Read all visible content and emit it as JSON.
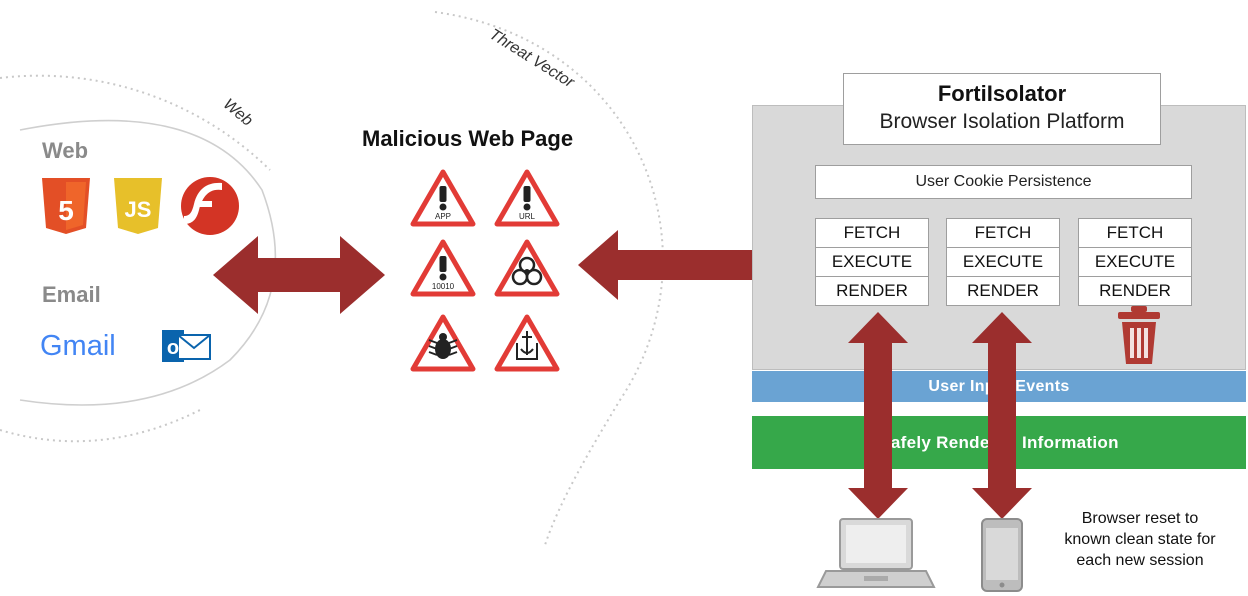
{
  "left_group": {
    "circle_label": "Web",
    "web_heading": "Web",
    "web_icons": [
      "html5-icon",
      "javascript-icon",
      "flash-icon"
    ],
    "js_label": "JS",
    "email_heading": "Email",
    "email_icons": [
      "gmail-icon",
      "outlook-icon"
    ],
    "gmail_label": "Gmail",
    "outlook_label": "o"
  },
  "threat": {
    "arc_label": "Threat Vector",
    "title": "Malicious Web Page",
    "warnings": [
      {
        "icon": "app-warning-icon",
        "label": "APP"
      },
      {
        "icon": "url-warning-icon",
        "label": "URL"
      },
      {
        "icon": "binary-warning-icon",
        "label": "10010"
      },
      {
        "icon": "biohazard-warning-icon",
        "label": ""
      },
      {
        "icon": "bug-warning-icon",
        "label": ""
      },
      {
        "icon": "trojan-warning-icon",
        "label": ""
      }
    ]
  },
  "platform": {
    "title": "FortiIsolator",
    "subtitle": "Browser Isolation Platform",
    "cookie": "User Cookie Persistence",
    "stacks": [
      {
        "fetch": "FETCH",
        "execute": "EXECUTE",
        "render": "RENDER"
      },
      {
        "fetch": "FETCH",
        "execute": "EXECUTE",
        "render": "RENDER"
      },
      {
        "fetch": "FETCH",
        "execute": "EXECUTE",
        "render": "RENDER"
      }
    ],
    "trash_icon": "trash-icon",
    "input_events": "User Input Events",
    "safe_info": "Safely Rendered Information"
  },
  "devices": {
    "laptop_icon": "laptop-icon",
    "phone_icon": "phone-icon"
  },
  "note": "Browser reset to known clean state for each new session",
  "colors": {
    "arrow": "#9b2e2d",
    "warning": "#e23b36",
    "input_band": "#6aa3d3",
    "safe_band": "#36a84a",
    "platform_bg": "#d9d9d9"
  }
}
